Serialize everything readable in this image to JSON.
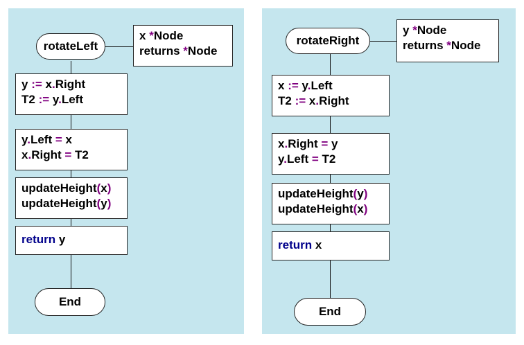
{
  "left": {
    "start_label": "rotateLeft",
    "sig": [
      [
        {
          "t": "x "
        },
        {
          "t": "*",
          "c": "op"
        },
        {
          "t": "Node"
        }
      ],
      [
        {
          "t": "returns "
        },
        {
          "t": "*",
          "c": "op"
        },
        {
          "t": "Node"
        }
      ]
    ],
    "steps": [
      [
        [
          {
            "t": "y "
          },
          {
            "t": ":=",
            "c": "op"
          },
          {
            "t": " x"
          },
          {
            "t": ".",
            "c": "op"
          },
          {
            "t": "Right"
          }
        ],
        [
          {
            "t": "T2 "
          },
          {
            "t": ":=",
            "c": "op"
          },
          {
            "t": " y"
          },
          {
            "t": ".",
            "c": "op"
          },
          {
            "t": "Left"
          }
        ]
      ],
      [
        [
          {
            "t": "y"
          },
          {
            "t": ".",
            "c": "op"
          },
          {
            "t": "Left "
          },
          {
            "t": "=",
            "c": "op"
          },
          {
            "t": " x"
          }
        ],
        [
          {
            "t": "x"
          },
          {
            "t": ".",
            "c": "op"
          },
          {
            "t": "Right "
          },
          {
            "t": "=",
            "c": "op"
          },
          {
            "t": " T2"
          }
        ]
      ],
      [
        [
          {
            "t": "updateHeight"
          },
          {
            "t": "(",
            "c": "op"
          },
          {
            "t": "x"
          },
          {
            "t": ")",
            "c": "op"
          }
        ],
        [
          {
            "t": "updateHeight"
          },
          {
            "t": "(",
            "c": "op"
          },
          {
            "t": "y"
          },
          {
            "t": ")",
            "c": "op"
          }
        ]
      ],
      [
        [
          {
            "t": "return",
            "c": "kw"
          },
          {
            "t": " y"
          }
        ]
      ]
    ],
    "end_label": "End"
  },
  "right": {
    "start_label": "rotateRight",
    "sig": [
      [
        {
          "t": "y "
        },
        {
          "t": "*",
          "c": "op"
        },
        {
          "t": "Node"
        }
      ],
      [
        {
          "t": "returns "
        },
        {
          "t": "*",
          "c": "op"
        },
        {
          "t": "Node"
        }
      ]
    ],
    "steps": [
      [
        [
          {
            "t": "x "
          },
          {
            "t": ":=",
            "c": "op"
          },
          {
            "t": " y"
          },
          {
            "t": ".",
            "c": "op"
          },
          {
            "t": "Left"
          }
        ],
        [
          {
            "t": "T2 "
          },
          {
            "t": ":=",
            "c": "op"
          },
          {
            "t": " x"
          },
          {
            "t": ".",
            "c": "op"
          },
          {
            "t": "Right"
          }
        ]
      ],
      [
        [
          {
            "t": "x"
          },
          {
            "t": ".",
            "c": "op"
          },
          {
            "t": "Right "
          },
          {
            "t": "=",
            "c": "op"
          },
          {
            "t": " y"
          }
        ],
        [
          {
            "t": "y"
          },
          {
            "t": ".",
            "c": "op"
          },
          {
            "t": "Left "
          },
          {
            "t": "=",
            "c": "op"
          },
          {
            "t": " T2"
          }
        ]
      ],
      [
        [
          {
            "t": "updateHeight"
          },
          {
            "t": "(",
            "c": "op"
          },
          {
            "t": "y"
          },
          {
            "t": ")",
            "c": "op"
          }
        ],
        [
          {
            "t": "updateHeight"
          },
          {
            "t": "(",
            "c": "op"
          },
          {
            "t": "x"
          },
          {
            "t": ")",
            "c": "op"
          }
        ]
      ],
      [
        [
          {
            "t": "return",
            "c": "kw"
          },
          {
            "t": " x"
          }
        ]
      ]
    ],
    "end_label": "End"
  }
}
